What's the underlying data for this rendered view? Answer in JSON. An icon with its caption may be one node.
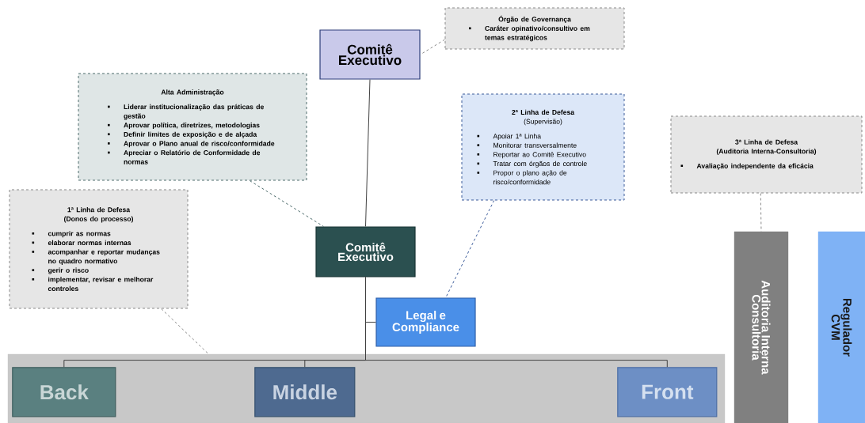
{
  "diagram": {
    "nodes": [
      {
        "text": [
          "Comitê Executivo"
        ]
      },
      {
        "text": [
          "Órgão de Governança",
          "Caráter opinativo/consultivo em temas estratégicos"
        ]
      },
      {
        "text": [
          "Alta Administração",
          "Liderar institucionalização das práticas de gestão",
          "Aprovar política, diretrizes, metodologias",
          "Definir limites de exposição e de alçada",
          "Aprovar o Plano  anual de risco/conformidade",
          "Apreciar o Relatório de Conformidade de normas"
        ]
      },
      {
        "text": [
          "2ª Linha de Defesa",
          "(Supervisão)",
          "Apoiar 1ª Linha",
          "Monitorar transversalmente",
          "Reportar ao Comitê Executivo",
          "Tratar com órgãos de controle",
          "Propor o plano ação de risco/conformidade"
        ]
      },
      {
        "text": [
          "3ª Linha de Defesa",
          "(Auditoria Interna-Consultoria)",
          "Avaliação independente da eficácia"
        ]
      },
      {
        "text": [
          "1ª Linha de Defesa",
          "(Donos do processo)",
          "cumprir as normas",
          "elaborar normas internas",
          "acompanhar e reportar mudanças no quadro normativo",
          "gerir o risco",
          "implementar, revisar e melhorar controles"
        ]
      },
      {
        "text": [
          "Comitê Executivo"
        ]
      },
      {
        "text": [
          "Legal e Compliance"
        ]
      },
      {
        "text": [],
        "shape": "bar"
      },
      {
        "text": [
          "Back"
        ],
        "in": 8
      },
      {
        "text": [
          "Middle"
        ],
        "in": 8
      },
      {
        "text": [
          "Front"
        ],
        "in": 8
      },
      {
        "text": [
          "Auditoria Interna Consultoria"
        ]
      },
      {
        "text": [
          "Regulador CVM"
        ]
      }
    ],
    "edges": [
      {
        "from": 0,
        "to": 6,
        "arrow": "none"
      },
      {
        "from": 6,
        "to": 7,
        "arrow": "none"
      },
      {
        "from": 6,
        "to": 9,
        "arrow": "none"
      },
      {
        "from": 6,
        "to": 10,
        "arrow": "none"
      },
      {
        "from": 6,
        "to": 11,
        "arrow": "none"
      },
      {
        "from": 1,
        "to": 0,
        "arrow": "none",
        "style": "dashed",
        "color": "#8a8a8a"
      },
      {
        "from": 2,
        "to": 6,
        "arrow": "none",
        "style": "dashed",
        "color": "#4d6b6b"
      },
      {
        "from": 3,
        "to": 7,
        "arrow": "none",
        "style": "dashed",
        "color": "#3a5a9a"
      },
      {
        "from": 4,
        "to": 12,
        "arrow": "none",
        "style": "dashed",
        "color": "#8a8a8a"
      },
      {
        "from": 5,
        "to": 8,
        "arrow": "none",
        "style": "dashed",
        "color": "#8a8a8a"
      }
    ]
  }
}
